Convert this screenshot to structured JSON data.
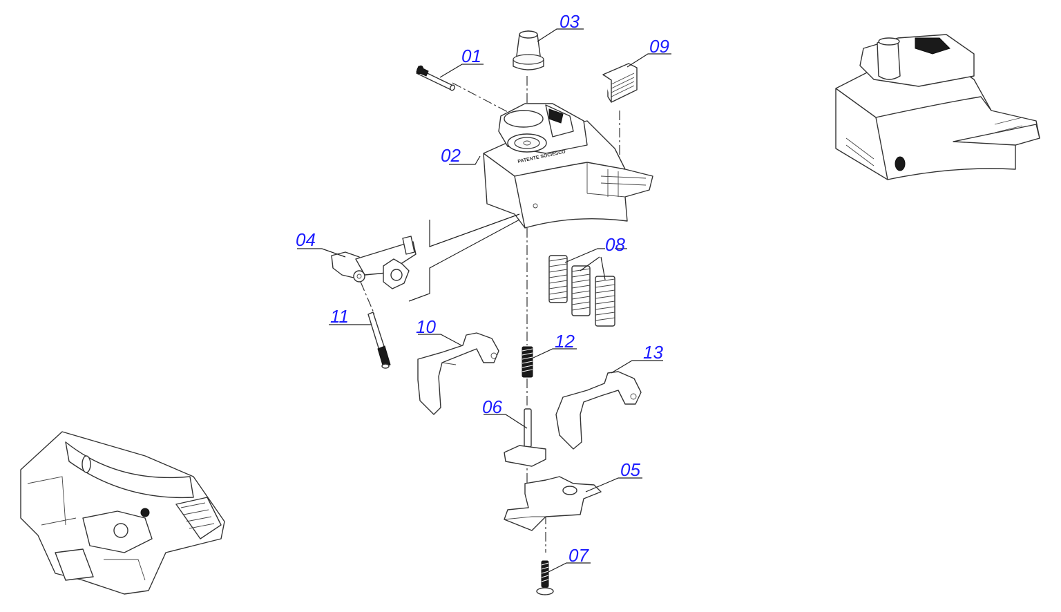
{
  "labels": {
    "p01": "01",
    "p02": "02",
    "p03": "03",
    "p04": "04",
    "p05": "05",
    "p06": "06",
    "p07": "07",
    "p08": "08",
    "p09": "09",
    "p10": "10",
    "p11": "11",
    "p12": "12",
    "p13": "13"
  },
  "body_text": "PATENTE SOCIESCO",
  "label_color": "#1c1cff",
  "line_color": "#222222"
}
